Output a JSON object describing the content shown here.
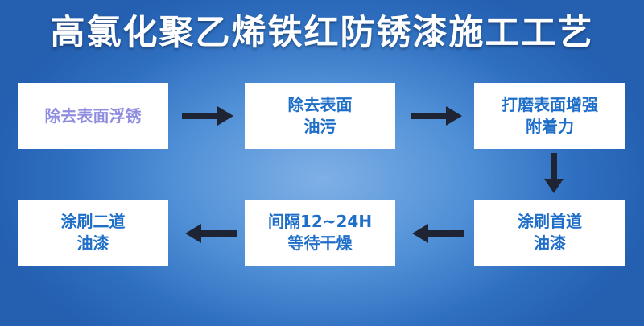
{
  "title": "高氯化聚乙烯铁红防锈漆施工工艺",
  "steps": [
    {
      "label": "除去表面浮锈"
    },
    {
      "label": "除去表面\n油污"
    },
    {
      "label": "打磨表面增强\n附着力"
    },
    {
      "label": "涂刷首道\n油漆"
    },
    {
      "label": "间隔12~24H\n等待干燥"
    },
    {
      "label": "涂刷二道\n油漆"
    }
  ],
  "colors": {
    "title": "#ffffff",
    "box_text": "#1f6fc9",
    "box_text_first": "#8f8de0",
    "arrow": "#1e2433",
    "background": "#4f8fd6"
  }
}
